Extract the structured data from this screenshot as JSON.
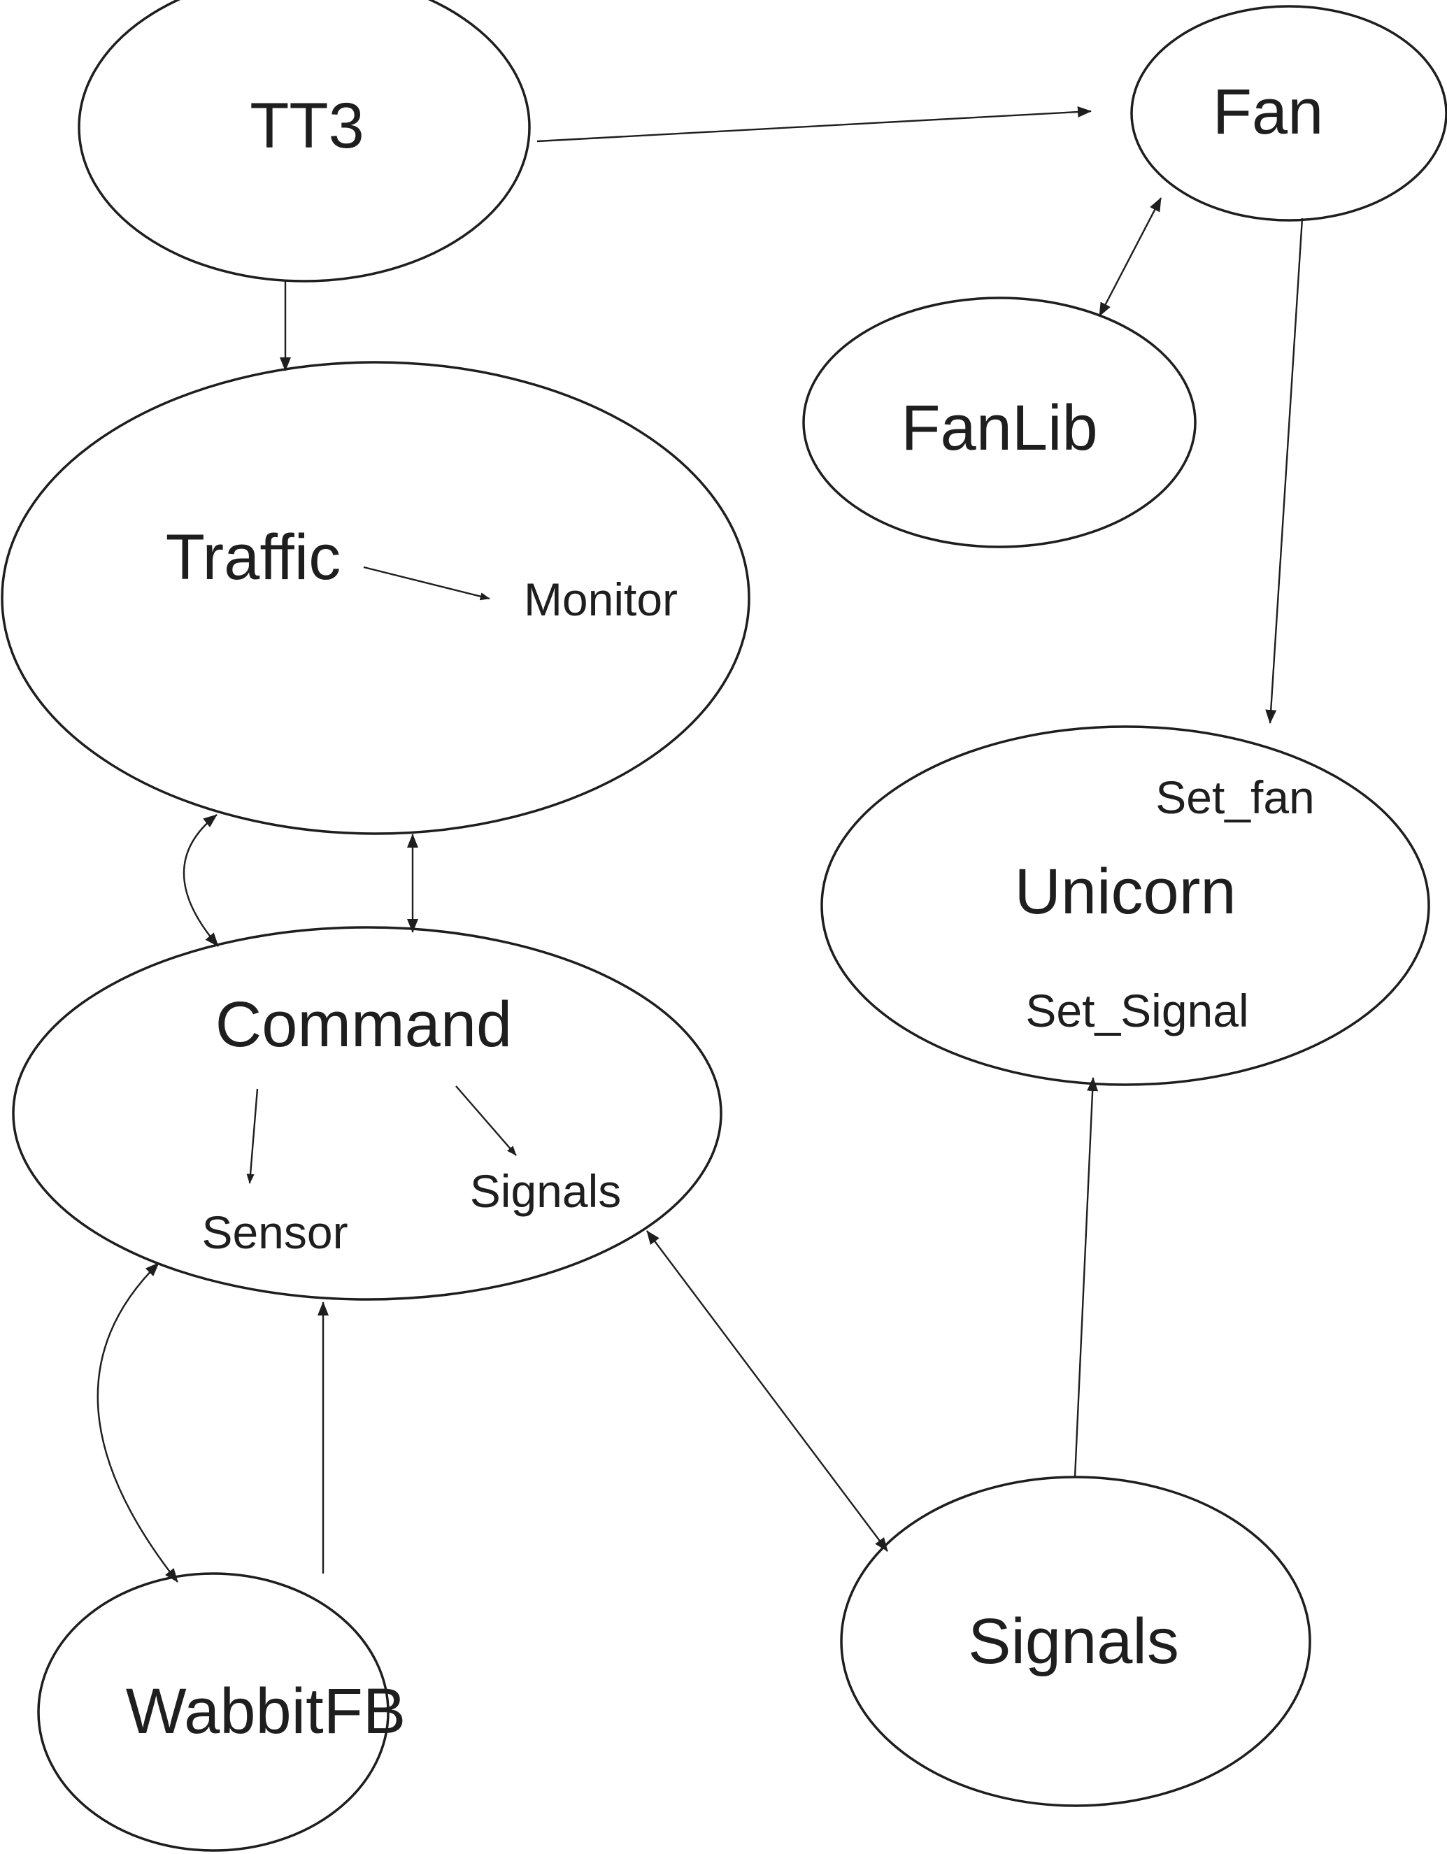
{
  "diagram": {
    "nodes": {
      "tt3": {
        "label": "TT3"
      },
      "fan": {
        "label": "Fan"
      },
      "fanlib": {
        "label": "FanLib"
      },
      "traffic": {
        "label": "Traffic",
        "sub": {
          "monitor": "Monitor"
        }
      },
      "unicorn": {
        "label": "Unicorn",
        "sub": {
          "set_fan": "Set_fan",
          "set_signal": "Set_Signal"
        }
      },
      "command": {
        "label": "Command",
        "sub": {
          "sensor": "Sensor",
          "signals": "Signals"
        }
      },
      "wabbitfb": {
        "label": "WabbitFB"
      },
      "signals": {
        "label": "Signals"
      }
    },
    "edges": [
      {
        "from": "TT3",
        "to": "Fan",
        "direction": "forward"
      },
      {
        "from": "TT3",
        "to": "Traffic",
        "direction": "forward"
      },
      {
        "from": "Fan",
        "to": "FanLib",
        "direction": "both"
      },
      {
        "from": "Fan",
        "to": "Unicorn",
        "direction": "forward"
      },
      {
        "from": "Traffic",
        "to": "Monitor",
        "direction": "forward"
      },
      {
        "from": "Traffic",
        "to": "Command",
        "direction": "both",
        "style": "curved"
      },
      {
        "from": "Traffic",
        "to": "Command",
        "direction": "both",
        "style": "straight"
      },
      {
        "from": "Command",
        "to": "Sensor",
        "direction": "forward"
      },
      {
        "from": "Command",
        "to": "Signals",
        "direction": "forward"
      },
      {
        "from": "Command",
        "to": "WabbitFB",
        "direction": "both",
        "style": "curved"
      },
      {
        "from": "WabbitFB",
        "to": "Command",
        "direction": "forward"
      },
      {
        "from": "Command",
        "to": "Signals (node)",
        "direction": "both"
      },
      {
        "from": "Signals (node)",
        "to": "Unicorn",
        "direction": "forward"
      }
    ],
    "colors": {
      "stroke": "#1e1e1e",
      "background": "#ffffff"
    }
  }
}
